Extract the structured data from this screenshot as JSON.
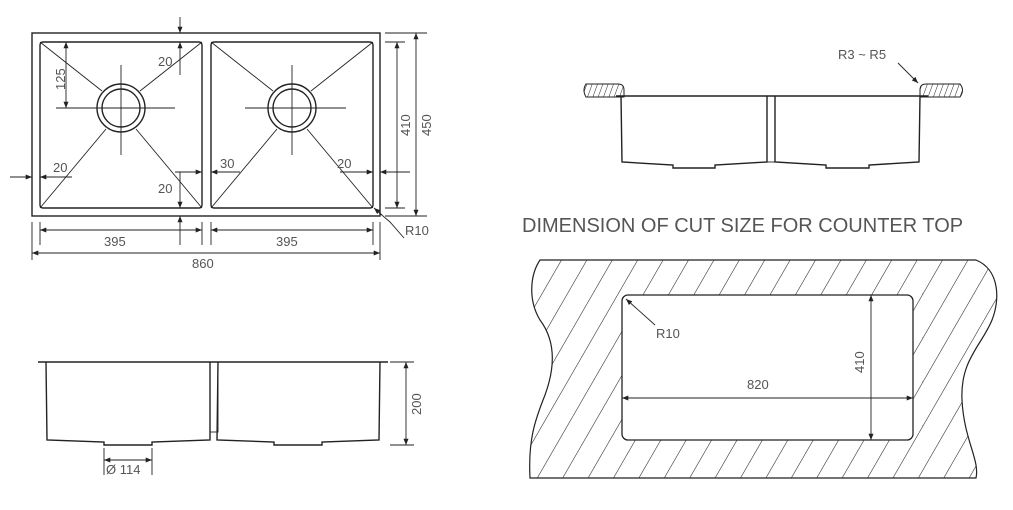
{
  "top_view": {
    "width_each_bowl": "395",
    "width_each_bowl_right": "395",
    "total_width": "860",
    "inner_depth": "410",
    "total_depth": "450",
    "corner_radius": "R10",
    "drain_offset": "125",
    "rim_top": "20",
    "rim_left": "20",
    "divider_left": "20",
    "divider_right": "30",
    "rim_right": "20"
  },
  "side_view": {
    "height": "200",
    "drain_diameter": "Ø 114"
  },
  "install_view": {
    "edge_radius": "R3 ~ R5"
  },
  "cut_out": {
    "title": "DIMENSION OF CUT SIZE FOR COUNTER TOP",
    "width": "820",
    "depth": "410",
    "corner_radius": "R10"
  }
}
